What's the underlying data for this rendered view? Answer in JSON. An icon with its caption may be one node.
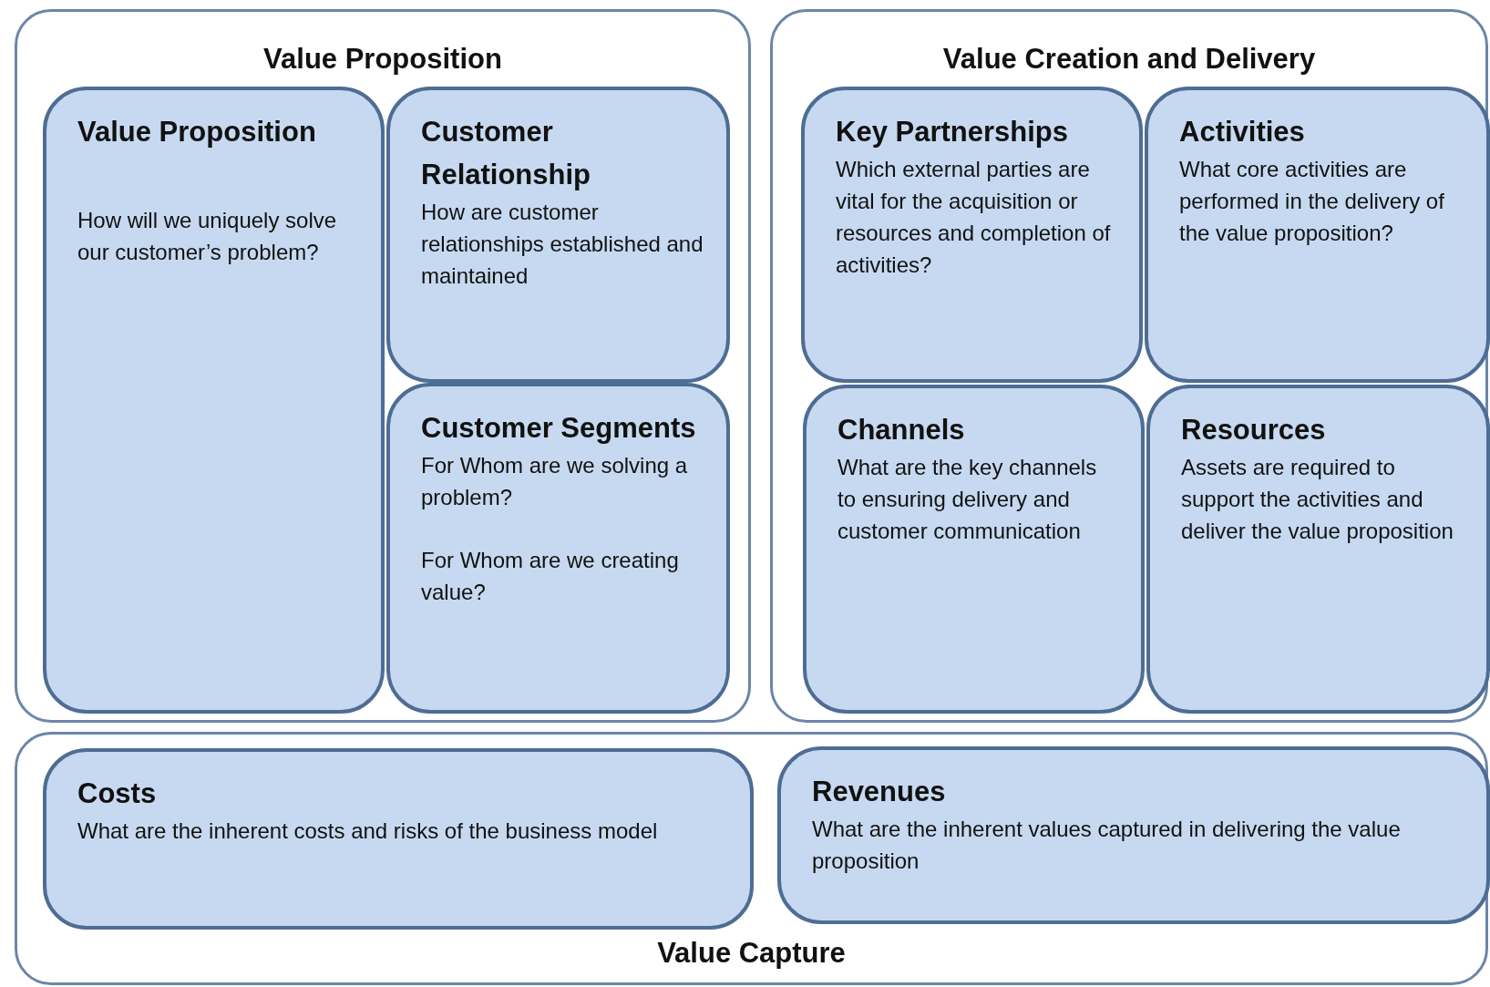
{
  "diagram": {
    "nodes": [
      {
        "text": [
          "Value Proposition"
        ]
      },
      {
        "text": [
          "Value Proposition",
          "How will we uniquely solve our customer’s problem?"
        ],
        "in": 0
      },
      {
        "text": [
          "Customer Relationship",
          "How are customer relationships established and maintained"
        ],
        "in": 0
      },
      {
        "text": [
          "Customer Segments",
          "For Whom are we solving a problem?",
          "For Whom are we creating value?"
        ],
        "in": 0
      },
      {
        "text": [
          "Value Creation and Delivery"
        ]
      },
      {
        "text": [
          "Key Partnerships",
          "Which external parties are vital for the acquisition or resources and completion of activities?"
        ],
        "in": 4
      },
      {
        "text": [
          "Activities",
          "What core activities are performed in the delivery of the value proposition?"
        ],
        "in": 4
      },
      {
        "text": [
          "Channels",
          "What are the key channels to ensuring delivery and customer communication"
        ],
        "in": 4
      },
      {
        "text": [
          "Resources",
          "Assets are required to support the activities and deliver the value proposition"
        ],
        "in": 4
      },
      {
        "text": [
          "Value Capture"
        ]
      },
      {
        "text": [
          "Costs",
          "What are the inherent costs and risks of the business model"
        ],
        "in": 9
      },
      {
        "text": [
          "Revenues",
          "What are the inherent values captured in delivering the value proposition"
        ],
        "in": 9
      }
    ]
  }
}
